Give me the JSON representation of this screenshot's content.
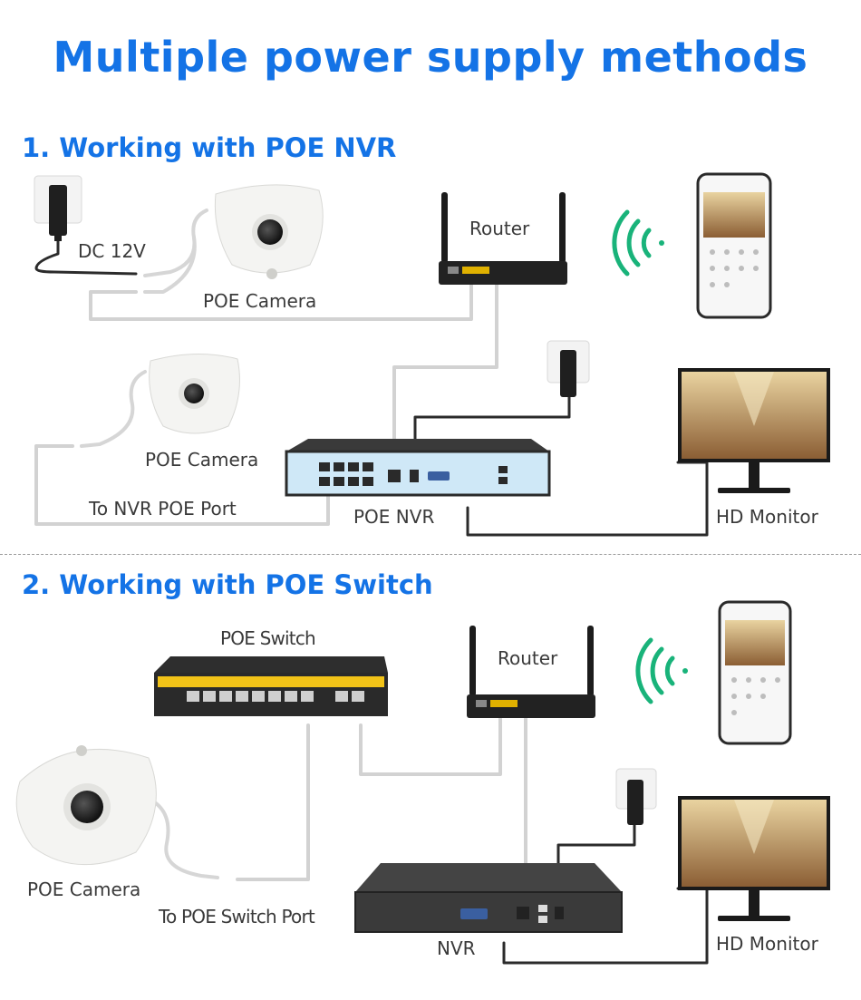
{
  "title": "Multiple power supply methods",
  "section1": {
    "heading": "1. Working with POE NVR",
    "labels": {
      "dc": "DC 12V",
      "poe_camera_top": "POE Camera",
      "router": "Router",
      "poe_camera_mid": "POE Camera",
      "nvr_port": "To NVR POE Port",
      "poe_nvr": "POE NVR",
      "hd_monitor": "HD Monitor"
    }
  },
  "section2": {
    "heading": "2. Working with POE Switch",
    "labels": {
      "poe_switch": "POE Switch",
      "router": "Router",
      "poe_camera": "POE Camera",
      "switch_port": "To POE Switch Port",
      "nvr": "NVR",
      "hd_monitor": "HD Monitor"
    }
  },
  "colors": {
    "accent": "#1473e6",
    "wifi": "#19b37a",
    "cable_gray": "#d0d0d0",
    "cable_dark": "#2b2b2b"
  },
  "icons": [
    "wifi-icon",
    "smartphone-icon",
    "monitor-icon",
    "router-icon",
    "camera-icon",
    "power-adapter-icon",
    "nvr-icon",
    "poe-switch-icon"
  ]
}
